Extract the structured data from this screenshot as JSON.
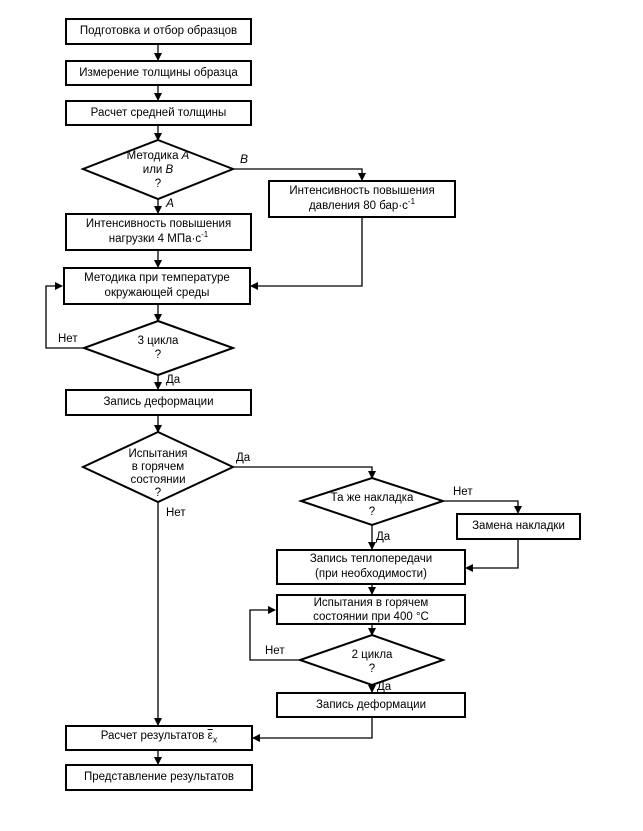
{
  "steps": {
    "prep": "Подготовка и отбор образцов",
    "thickness": "Измерение толщины образца",
    "avg_thickness": "Расчет средней толщины",
    "method_q": {
      "line1_prefix": "Методика ",
      "a": "A",
      "line2_prefix": "или ",
      "b": "B",
      "q": "?"
    },
    "rate_a": {
      "line1": "Интенсивность повышения",
      "line2": "нагрузки 4 МПа·с",
      "sup": "-1"
    },
    "rate_b": {
      "line1": "Интенсивность повышения",
      "line2": "давления 80 бар·с",
      "sup": "-1"
    },
    "ambient": {
      "line1": "Методика при температуре",
      "line2": "окружающей среды"
    },
    "cycles3": {
      "line1": "3 цикла",
      "line2": "?"
    },
    "record_def1": "Запись деформации",
    "hot_q": {
      "line1": "Испытания",
      "line2": "в горячем",
      "line3": "состоянии",
      "line4": "?"
    },
    "same_pad": {
      "line1": "Та же накладка",
      "line2": "?"
    },
    "replace_pad": "Замена накладки",
    "heat_transfer": {
      "line1": "Запись теплопередачи",
      "line2": "(при необходимости)"
    },
    "hot400": {
      "line1": "Испытания в горячем",
      "line2": "состоянии при 400 °С"
    },
    "cycles2": {
      "line1": "2 цикла",
      "line2": "?"
    },
    "record_def2": "Запись деформации",
    "calc": {
      "prefix": "Расчет результатов ",
      "e": "ε",
      "sub": "x"
    },
    "present": "Представление результатов"
  },
  "labels": {
    "a": "A",
    "b": "B",
    "no": "Нет",
    "yes": "Да"
  }
}
